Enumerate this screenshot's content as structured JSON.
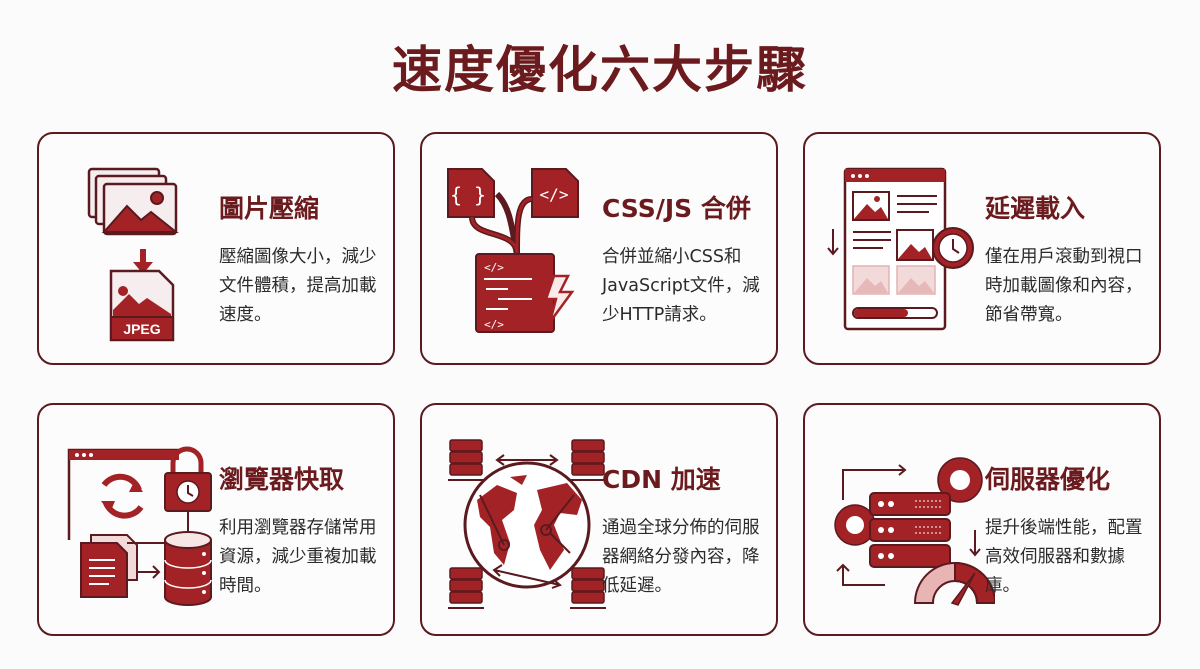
{
  "title": "速度優化六大步驟",
  "colors": {
    "accent": "#a32226",
    "dark": "#5a1a1f",
    "title": "#6b1a1e",
    "light": "#e8c4c4"
  },
  "cards": [
    {
      "title": "圖片壓縮",
      "icon": "image-compress-jpeg-icon",
      "description": "壓縮圖像大小，減少文件體積，提高加載速度。",
      "jpeg_label": "JPEG"
    },
    {
      "title": "CSS/JS 合併",
      "icon": "code-merge-icon",
      "description": "合併並縮小CSS和JavaScript文件，減少HTTP請求。"
    },
    {
      "title": "延遲載入",
      "icon": "lazy-load-page-clock-icon",
      "description": "僅在用戶滾動到視口時加載圖像和內容，節省帶寬。"
    },
    {
      "title": "瀏覽器快取",
      "icon": "browser-cache-database-icon",
      "description": "利用瀏覽器存儲常用資源，減少重複加載時間。"
    },
    {
      "title": "CDN 加速",
      "icon": "cdn-globe-servers-icon",
      "description": "通過全球分佈的伺服器網絡分發內容，降低延遲。"
    },
    {
      "title": "伺服器優化",
      "icon": "server-gears-gauge-icon",
      "description": "提升後端性能，配置高效伺服器和數據庫。"
    }
  ]
}
